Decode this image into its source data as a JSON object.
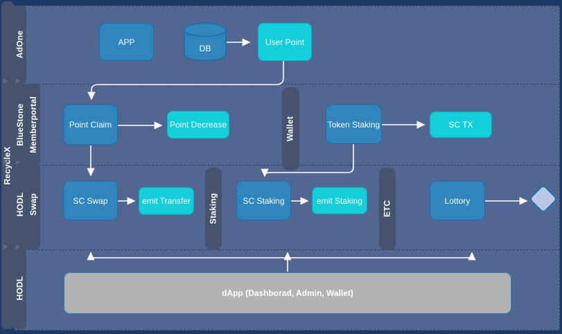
{
  "pool": {
    "label": "RecycleX"
  },
  "lanes": [
    {
      "label": "AdOne"
    },
    {
      "line1": "BlueStone",
      "line2": "Memberportal"
    },
    {
      "line1": "HODL",
      "line2": "Swap"
    },
    {
      "label": "HODL"
    }
  ],
  "dividers": [
    {
      "label": "Wallet"
    },
    {
      "label": "Staking"
    },
    {
      "label": "ETC"
    }
  ],
  "nodes": {
    "app": "APP",
    "db": "DB",
    "user_point": "User Point",
    "point_claim": "Point Claim",
    "point_decrease": "Point Decrease",
    "token_staking": "Token Staking",
    "sc_tx": "SC TX",
    "sc_swap": "SC Swap",
    "emit_transfer": "emit Transfer",
    "sc_staking": "SC Staking",
    "emit_staking": "emit Staking",
    "lottory": "Lottory",
    "dapp": "dApp (Dashborad, Admin, Wallet)"
  },
  "colors": {
    "canvas": "#1d3a67",
    "lane_background": "#516690",
    "label_bar": "#46536c",
    "node_blue": "#2e86bd",
    "node_blue_border": "#1c6ea8",
    "node_cyan": "#12cfda",
    "node_cyan_border": "#0aafc2",
    "node_gray": "#b3b3b3",
    "diamond_fill": "#b9c9e3",
    "connector": "#ffffff"
  }
}
